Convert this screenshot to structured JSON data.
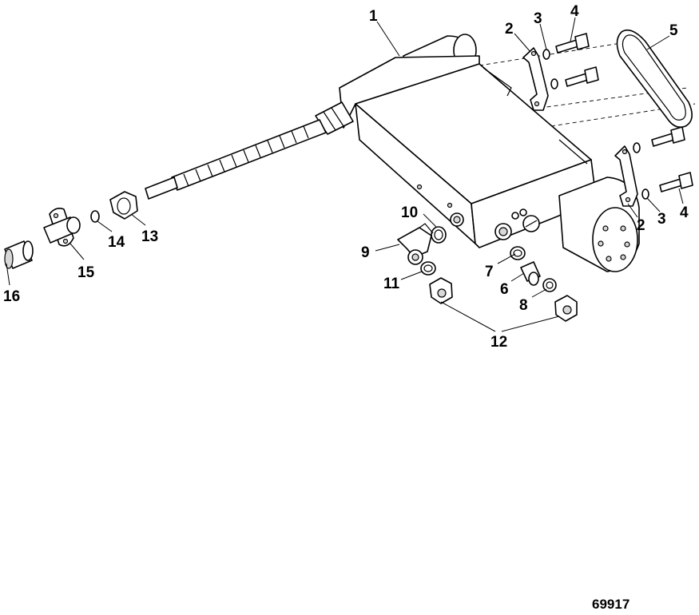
{
  "callouts": {
    "c1": "1",
    "c2a": "2",
    "c2b": "2",
    "c3a": "3",
    "c3b": "3",
    "c4a": "4",
    "c4b": "4",
    "c5": "5",
    "c6": "6",
    "c7": "7",
    "c8": "8",
    "c9": "9",
    "c10": "10",
    "c11": "11",
    "c12": "12",
    "c13": "13",
    "c14": "14",
    "c15": "15",
    "c16": "16"
  },
  "figure_number": "69917"
}
